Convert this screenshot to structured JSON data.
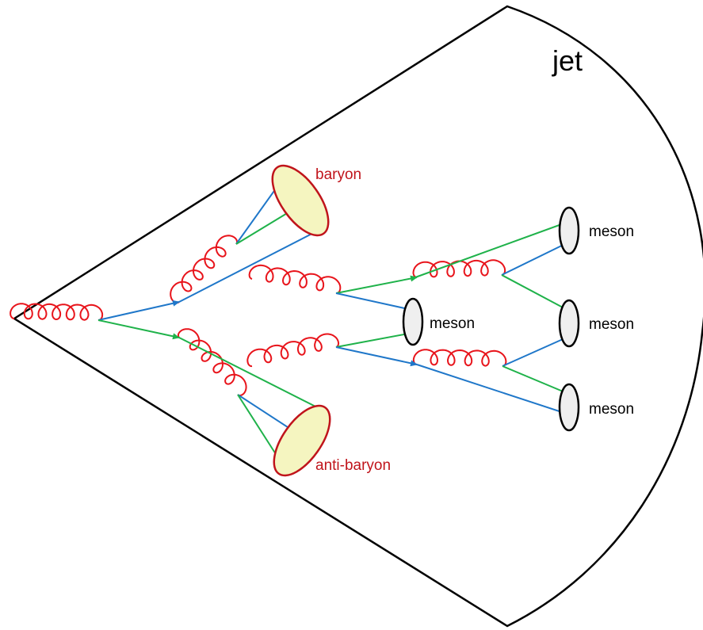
{
  "jet_label": "jet",
  "baryon_label": "baryon",
  "anti_baryon_label": "anti-baryon",
  "meson_label": "meson",
  "colors": {
    "gluon": "#e8141b",
    "quark_blue": "#1f77c9",
    "quark_green": "#1fb24a",
    "baryon_fill": "#f5f5c0",
    "baryon_stroke": "#c0141b",
    "meson_fill": "#efefef",
    "meson_stroke": "#000000",
    "baryon_text": "#c0141b",
    "meson_text": "#000000"
  }
}
